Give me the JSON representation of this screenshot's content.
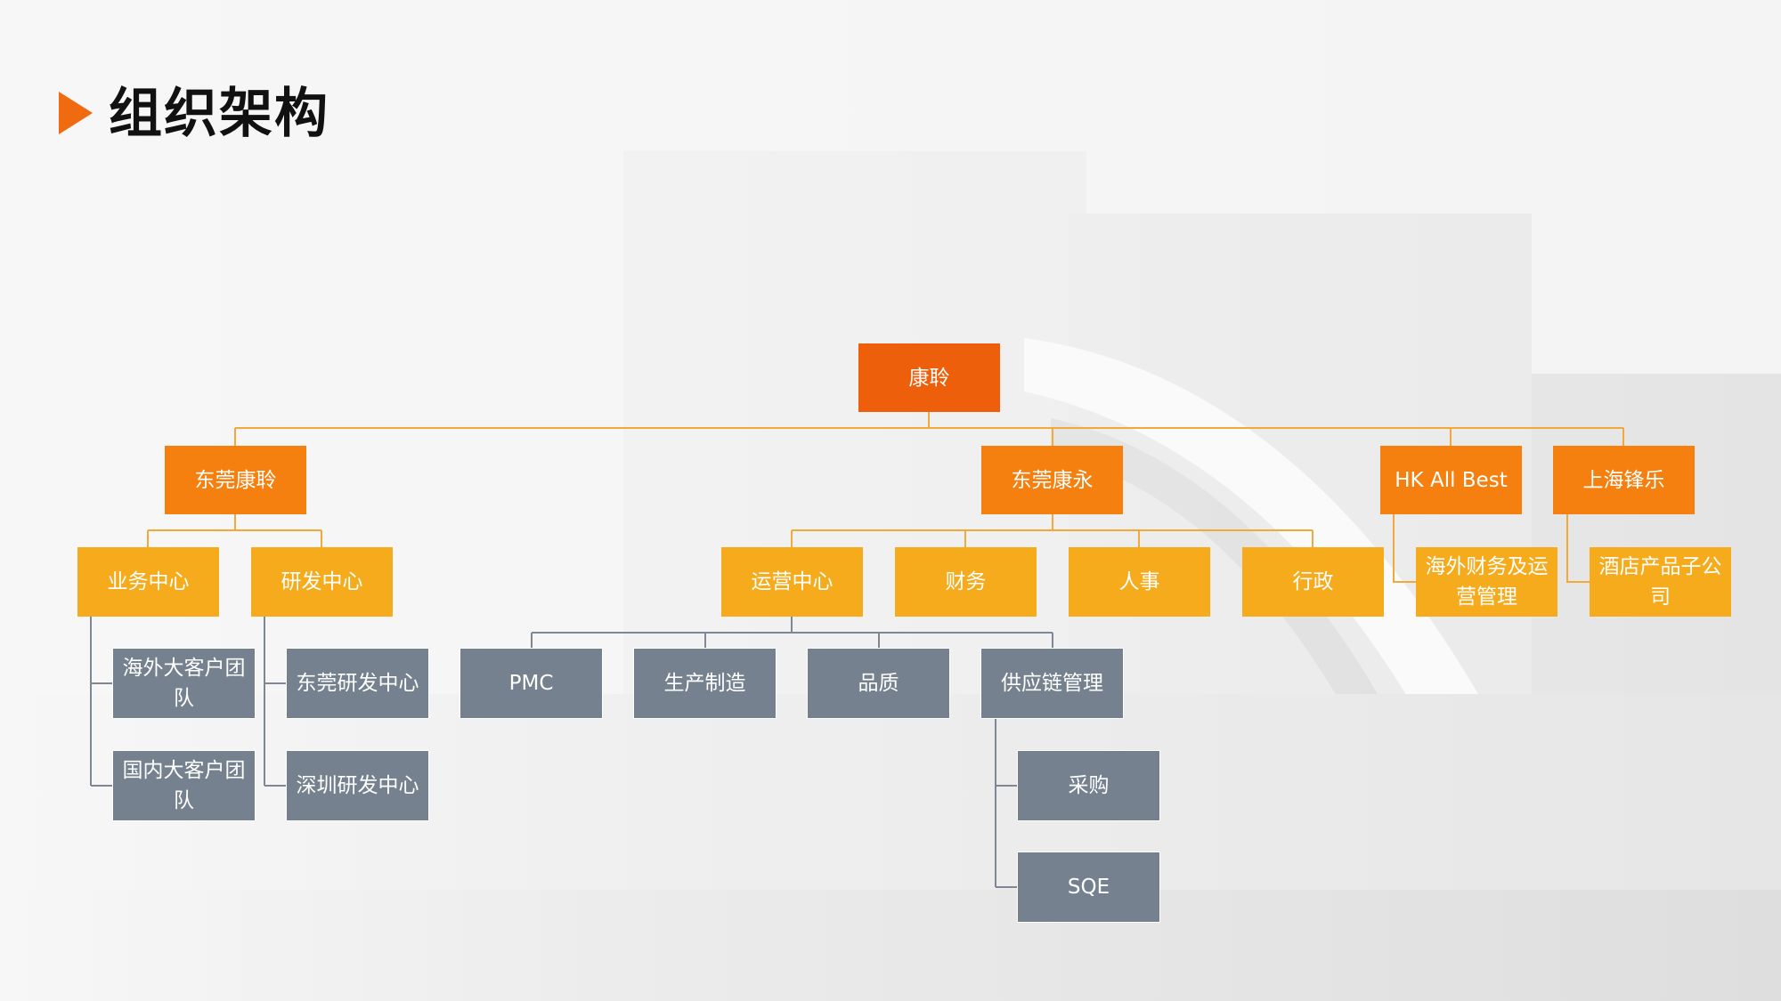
{
  "title": "组织架构",
  "colors": {
    "accent": "#f06a10",
    "level0": "#ee5f0c",
    "level1": "#f5800f",
    "level2": "#f6ab1d",
    "level3": "#75818f",
    "connector_orange": "#f2a93b",
    "connector_gray": "#7d8894"
  },
  "nodes": {
    "root": "康聆",
    "dg_kangling": "东莞康聆",
    "dg_kangyong": "东莞康永",
    "hk_allbest": "HK All Best",
    "sh_fengle": "上海锋乐",
    "business_center": "业务中心",
    "rd_center": "研发中心",
    "ops_center": "运营中心",
    "finance": "财务",
    "hr": "人事",
    "admin": "行政",
    "overseas_finance_ops": "海外财务及运营管理",
    "hotel_product_sub": "酒店产品子公司",
    "overseas_key_accounts": "海外大客户团队",
    "domestic_key_accounts": "国内大客户团队",
    "dg_rd_center": "东莞研发中心",
    "sz_rd_center": "深圳研发中心",
    "pmc": "PMC",
    "production": "生产制造",
    "quality": "品质",
    "supply_chain": "供应链管理",
    "procurement": "采购",
    "sqe": "SQE"
  }
}
